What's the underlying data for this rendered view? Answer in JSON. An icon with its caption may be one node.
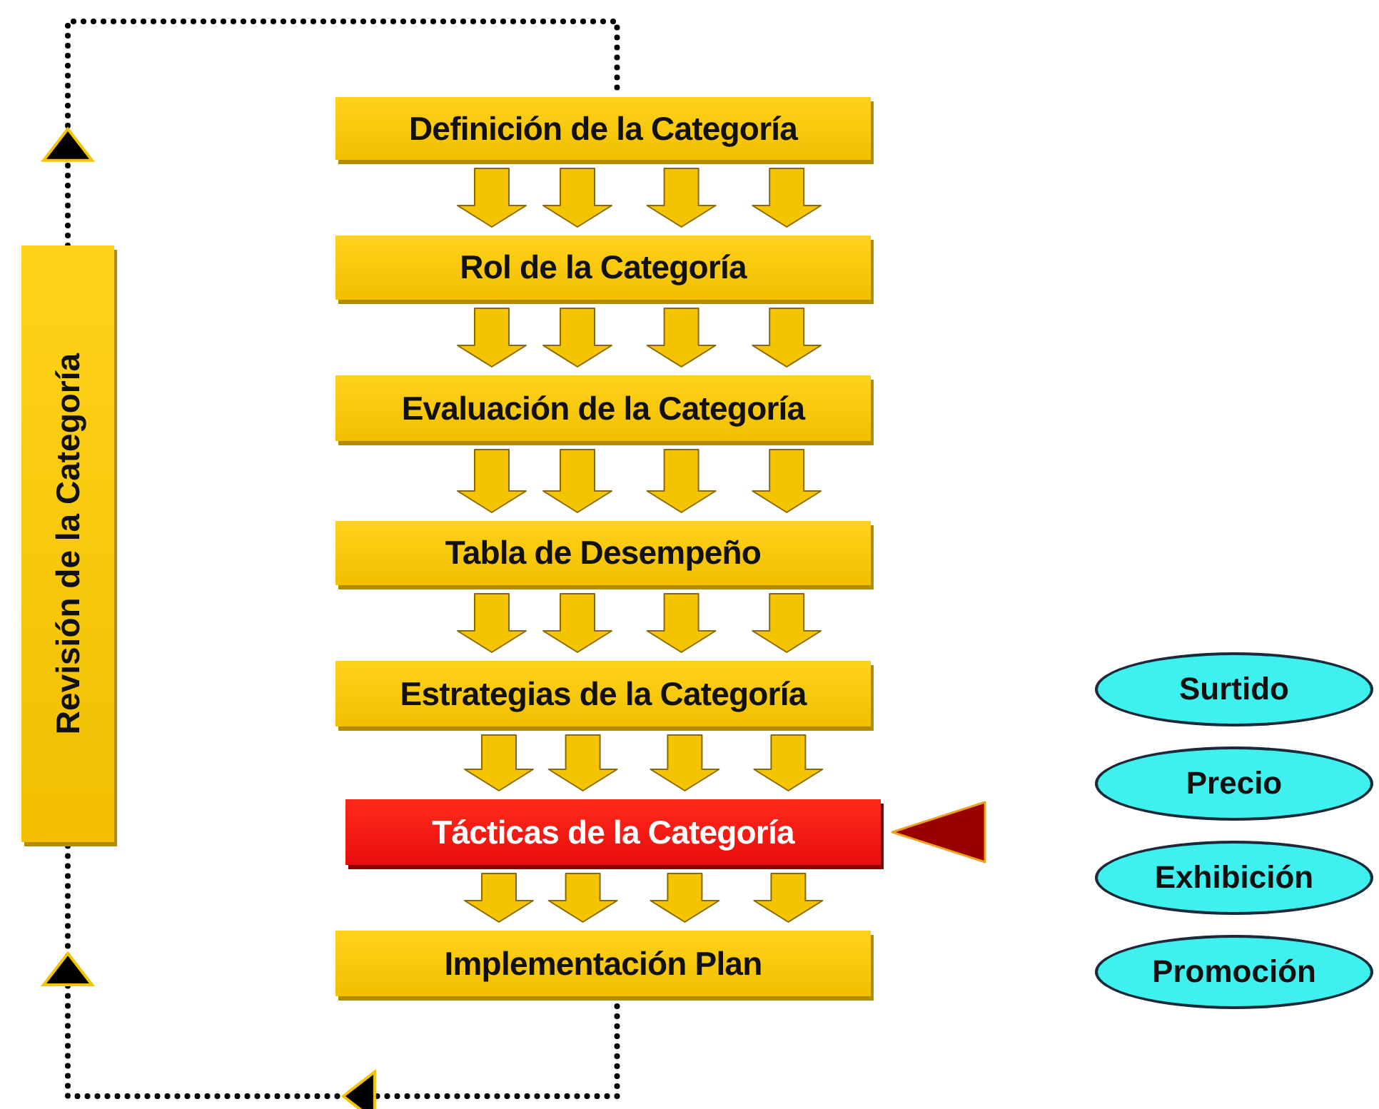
{
  "diagram": {
    "nodes": [
      {
        "text": [
          "Definición de la Categoría"
        ]
      },
      {
        "text": [
          "Rol de la Categoría"
        ]
      },
      {
        "text": [
          "Evaluación de la Categoría"
        ]
      },
      {
        "text": [
          "Tabla de Desempeño"
        ]
      },
      {
        "text": [
          "Estrategias de la Categoría"
        ]
      },
      {
        "text": [
          "Tácticas de la Categoría"
        ]
      },
      {
        "text": [
          "Implementación Plan"
        ]
      },
      {
        "text": [
          "Revisión de la Categoría"
        ]
      },
      {
        "text": [
          "Surtido"
        ]
      },
      {
        "text": [
          "Precio"
        ]
      },
      {
        "text": [
          "Exhibición"
        ]
      },
      {
        "text": [
          "Promoción"
        ]
      }
    ],
    "edges": [
      {
        "from": 0,
        "to": 1,
        "arrow": "to"
      },
      {
        "from": 0,
        "to": 1,
        "arrow": "to"
      },
      {
        "from": 0,
        "to": 1,
        "arrow": "to"
      },
      {
        "from": 0,
        "to": 1,
        "arrow": "to"
      },
      {
        "from": 1,
        "to": 2,
        "arrow": "to"
      },
      {
        "from": 1,
        "to": 2,
        "arrow": "to"
      },
      {
        "from": 1,
        "to": 2,
        "arrow": "to"
      },
      {
        "from": 1,
        "to": 2,
        "arrow": "to"
      },
      {
        "from": 2,
        "to": 3,
        "arrow": "to"
      },
      {
        "from": 2,
        "to": 3,
        "arrow": "to"
      },
      {
        "from": 2,
        "to": 3,
        "arrow": "to"
      },
      {
        "from": 2,
        "to": 3,
        "arrow": "to"
      },
      {
        "from": 3,
        "to": 4,
        "arrow": "to"
      },
      {
        "from": 3,
        "to": 4,
        "arrow": "to"
      },
      {
        "from": 3,
        "to": 4,
        "arrow": "to"
      },
      {
        "from": 3,
        "to": 4,
        "arrow": "to"
      },
      {
        "from": 4,
        "to": 5,
        "arrow": "to"
      },
      {
        "from": 4,
        "to": 5,
        "arrow": "to"
      },
      {
        "from": 4,
        "to": 5,
        "arrow": "to"
      },
      {
        "from": 4,
        "to": 5,
        "arrow": "to"
      },
      {
        "from": 5,
        "to": 6,
        "arrow": "to"
      },
      {
        "from": 5,
        "to": 6,
        "arrow": "to"
      },
      {
        "from": 5,
        "to": 6,
        "arrow": "to"
      },
      {
        "from": 5,
        "to": 6,
        "arrow": "to"
      },
      {
        "from": 6,
        "to": 7,
        "arrow": "to",
        "style": "dashed",
        "color": "#000000"
      },
      {
        "from": 7,
        "to": 0,
        "arrow": "to",
        "style": "dashed",
        "color": "#000000"
      },
      {
        "from": null,
        "to": 5,
        "arrow": "to",
        "color": "#990000"
      }
    ]
  }
}
